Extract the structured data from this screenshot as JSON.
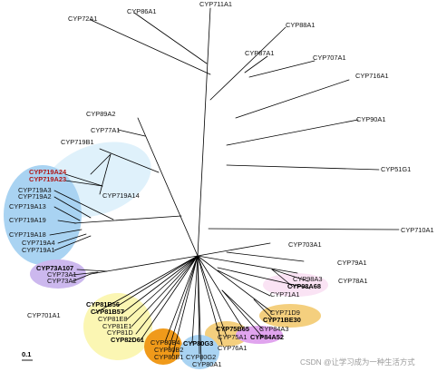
{
  "tree": {
    "colors": {
      "blue": "#a9d3f2",
      "lightblue": "#dff1fb",
      "lavender": "#ccb8ee",
      "lightpink": "#fae3f4",
      "orange": "#f4cf7e",
      "darkorange": "#f09a1a",
      "yellow": "#fbf6b3",
      "pinkmagenta": "#e0a4ee"
    },
    "labels": {
      "CYP72A1": "CYP72A1",
      "CYP86A1": "CYP86A1",
      "CYP711A1": "CYP711A1",
      "CYP88A1": "CYP88A1",
      "CYP87A1": "CYP87A1",
      "CYP707A1": "CYP707A1",
      "CYP716A1": "CYP716A1",
      "CYP89A2": "CYP89A2",
      "CYP90A1": "CYP90A1",
      "CYP77A1": "CYP77A1",
      "CYP719B1": "CYP719B1",
      "CYP51G1": "CYP51G1",
      "CYP719A24": "CYP719A24",
      "CYP719A23": "CYP719A23",
      "CYP719A14": "CYP719A14",
      "CYP719A3": "CYP719A3",
      "CYP719A2": "CYP719A2",
      "CYP719A13": "CYP719A13",
      "CYP719A19": "CYP719A19",
      "CYP719A18": "CYP719A18",
      "CYP719A4": "CYP719A4",
      "CYP719A1": "CYP719A1",
      "CYP710A1": "CYP710A1",
      "CYP703A1": "CYP703A1",
      "CYP79A1": "CYP79A1",
      "CYP73A107": "CYP73A107",
      "CYP73A1": "CYP73A1",
      "CYP73A2": "CYP73A2",
      "CYP98A3": "CYP98A3",
      "CYP98A68": "CYP98A68",
      "CYP78A1": "CYP78A1",
      "CYP71A1": "CYP71A1",
      "CYP701A1": "CYP701A1",
      "CYP81B56": "CYP81B56",
      "CYP81B57": "CYP81B57",
      "CYP81E8": "CYP81E8",
      "CYP81E1": "CYP81E1",
      "CYP81D": "CYP81D",
      "CYP82D61": "CYP82D61",
      "CYP71D9": "CYP71D9",
      "CYP71BE30": "CYP71BE30",
      "CYP75B65": "CYP75B65",
      "CYP75A1": "CYP75A1",
      "CYP84A3": "CYP84A3",
      "CYP84A52": "CYP84A52",
      "CYP80B4": "CYP80B4",
      "CYP80B2": "CYP80B2",
      "CYP80B1": "CYP80B1",
      "CYP80G3": "CYP80G3",
      "CYP76A1": "CYP76A1",
      "CYP80G2": "CYP80G2",
      "CYP80A1": "CYP80A1"
    },
    "scale_label": "0.1",
    "watermark": "CSDN @让学习成为一种生活方式"
  }
}
